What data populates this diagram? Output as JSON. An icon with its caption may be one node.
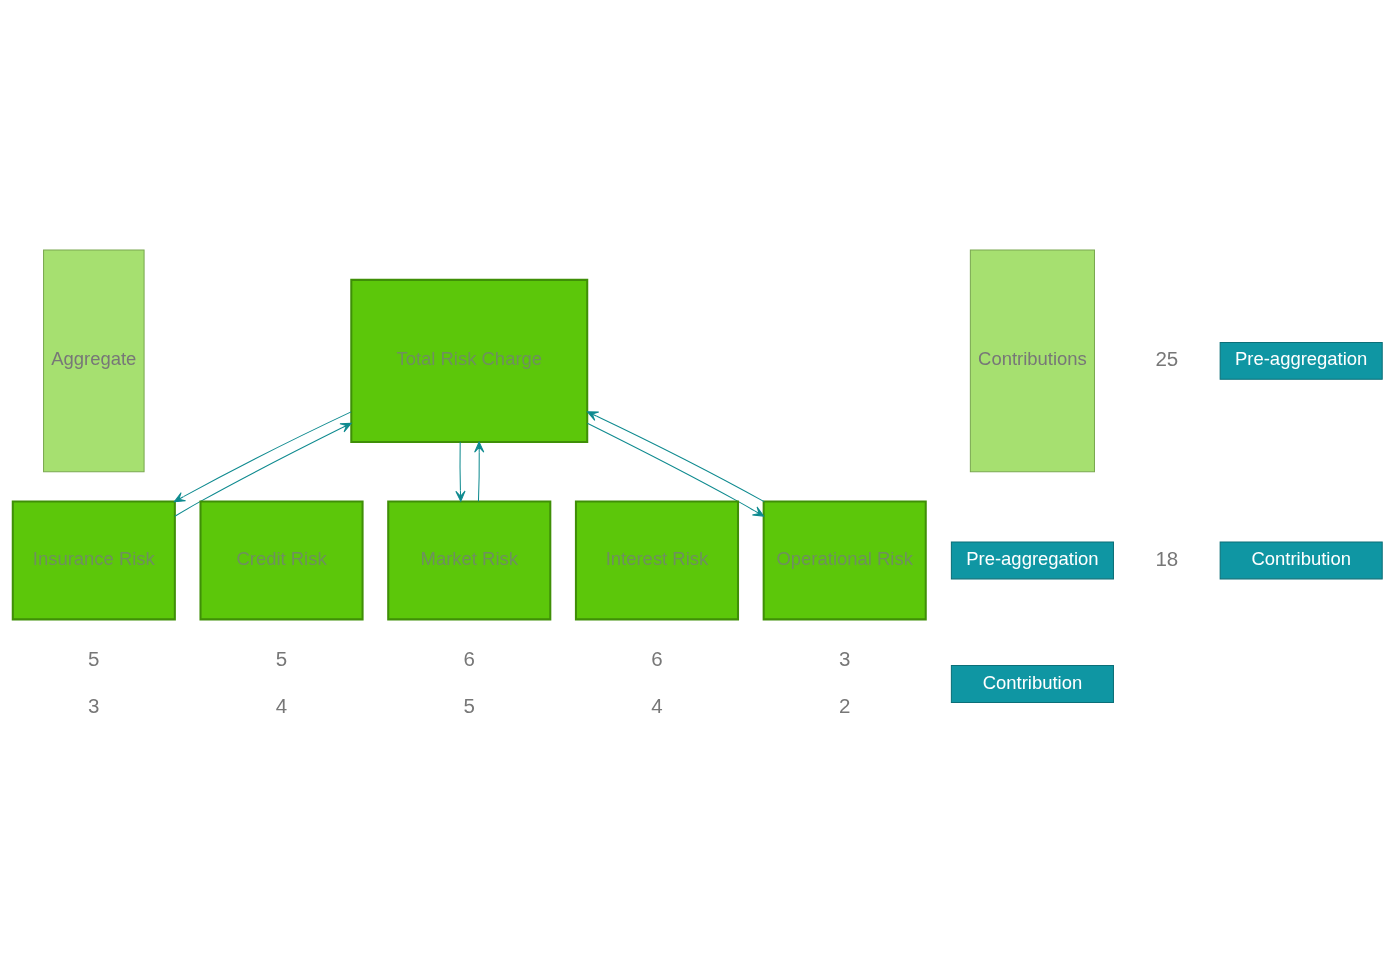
{
  "diagram": {
    "nodes": [
      {
        "text": [
          "Aggregate"
        ]
      },
      {
        "text": [
          "Total Risk Charge"
        ]
      },
      {
        "text": [
          "Pre-aggregation"
        ],
        "beside": [
          "25"
        ]
      },
      {
        "text": [
          "Contribution"
        ],
        "beside": [
          "18"
        ]
      },
      {
        "text": [
          "Contributions"
        ]
      },
      {
        "text": [
          "Insurance Risk"
        ],
        "beside": [
          "5",
          "3"
        ]
      },
      {
        "text": [
          "Credit Risk"
        ],
        "beside": [
          "5",
          "4"
        ]
      },
      {
        "text": [
          "Market Risk"
        ],
        "beside": [
          "6",
          "5"
        ]
      },
      {
        "text": [
          "Interest Risk"
        ],
        "beside": [
          "6",
          "4"
        ]
      },
      {
        "text": [
          "Operational Risk"
        ],
        "beside": [
          "3",
          "2"
        ]
      },
      {
        "text": [
          "Pre-aggregation"
        ]
      },
      {
        "text": [
          "Contribution"
        ]
      }
    ],
    "edges": [
      {
        "from": 5,
        "to": 1,
        "arrow": "to"
      },
      {
        "from": 1,
        "to": 5,
        "arrow": "to"
      },
      {
        "from": 7,
        "to": 1,
        "arrow": "to"
      },
      {
        "from": 1,
        "to": 7,
        "arrow": "to"
      },
      {
        "from": 1,
        "to": 9,
        "arrow": "to"
      },
      {
        "from": 9,
        "to": 1,
        "arrow": "to"
      }
    ]
  }
}
